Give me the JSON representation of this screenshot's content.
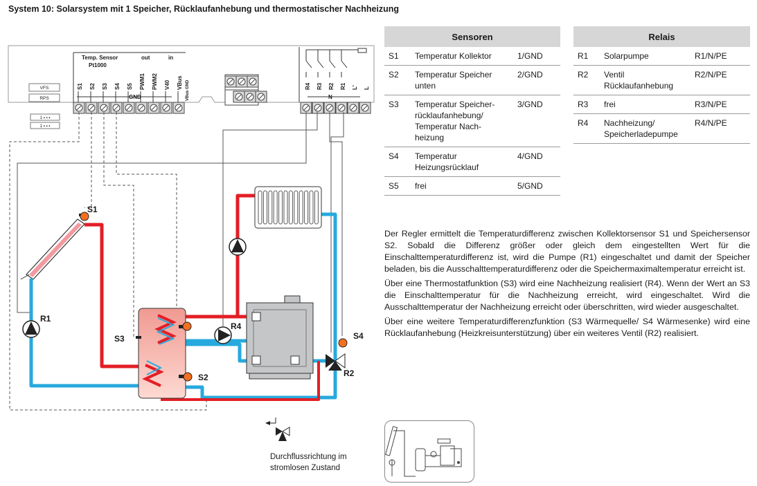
{
  "title": "System 10: Solarsystem mit 1 Speicher, Rücklaufanhebung und thermostatischer Nachheizung",
  "controller": {
    "vfs": "VFS",
    "rps": "RPS",
    "sensor_header": "Temp. Sensor",
    "sensor_type": "Pt1000",
    "out": "out",
    "in": "in",
    "gnd": "GND",
    "terminals": [
      "S1",
      "S2",
      "S3",
      "S4",
      "S5",
      "PWM1",
      "PWM2",
      "V40",
      "VBus"
    ],
    "vbus_gnd": "VBus GND",
    "relay_terminals": [
      "R4",
      "R3",
      "R2",
      "R1",
      "L'",
      "L"
    ],
    "n": "N"
  },
  "labels": {
    "S1": "S1",
    "S2": "S2",
    "S3": "S3",
    "S4": "S4",
    "R1": "R1",
    "R2": "R2",
    "R4": "R4"
  },
  "sensors": {
    "header": "Sensoren",
    "rows": [
      {
        "id": "S1",
        "name": "Temperatur Kollektor",
        "terminal": "1/GND"
      },
      {
        "id": "S2",
        "name": "Temperatur Speicher unten",
        "terminal": "2/GND"
      },
      {
        "id": "S3",
        "name": "Temperatur Speicher-rücklaufanhebung/ Temperatur Nach-heizung",
        "terminal": "3/GND"
      },
      {
        "id": "S4",
        "name": "Temperatur Heizungsrücklauf",
        "terminal": "4/GND"
      },
      {
        "id": "S5",
        "name": "frei",
        "terminal": "5/GND"
      }
    ]
  },
  "relays": {
    "header": "Relais",
    "rows": [
      {
        "id": "R1",
        "name": "Solarpumpe",
        "terminal": "R1/N/PE"
      },
      {
        "id": "R2",
        "name": "Ventil Rücklaufanhebung",
        "terminal": "R2/N/PE"
      },
      {
        "id": "R3",
        "name": "frei",
        "terminal": "R3/N/PE"
      },
      {
        "id": "R4",
        "name": "Nachheizung/ Speicherladepumpe",
        "terminal": "R4/N/PE"
      }
    ]
  },
  "description": [
    "Der Regler ermittelt die Temperaturdifferenz zwischen Kollektorsensor S1 und Speichersensor S2. Sobald die Differenz größer oder gleich dem eingestellten Wert für die Einschalttemperaturdifferenz ist, wird die Pumpe (R1) eingeschaltet und damit der Speicher beladen, bis die Ausschalttemperaturdifferenz oder die Speichermaximaltemperatur erreicht ist.",
    "Über eine Thermostatfunktion (S3) wird eine Nachheizung realisiert (R4). Wenn der Wert an S3 die Einschalttemperatur für die Nachheizung erreicht, wird eingeschaltet. Wird die Ausschalttemperatur der Nachheizung erreicht oder überschritten, wird wieder ausgeschaltet.",
    "Über eine weitere Temperaturdifferenzfunktion (S3 Wärmequelle/ S4 Wärmesenke) wird eine Rücklaufanhebung (Heizkreisunterstützung) über ein weiteres Ventil (R2) realisiert."
  ],
  "legend": {
    "line1": "Durchflussrichtung im",
    "line2": "stromlosen Zustand"
  },
  "colors": {
    "hot": "#e31e26",
    "cold": "#27a9de",
    "sensor": "#f37021",
    "tank": "#f4a7a3",
    "boiler": "#c5c6c8"
  }
}
